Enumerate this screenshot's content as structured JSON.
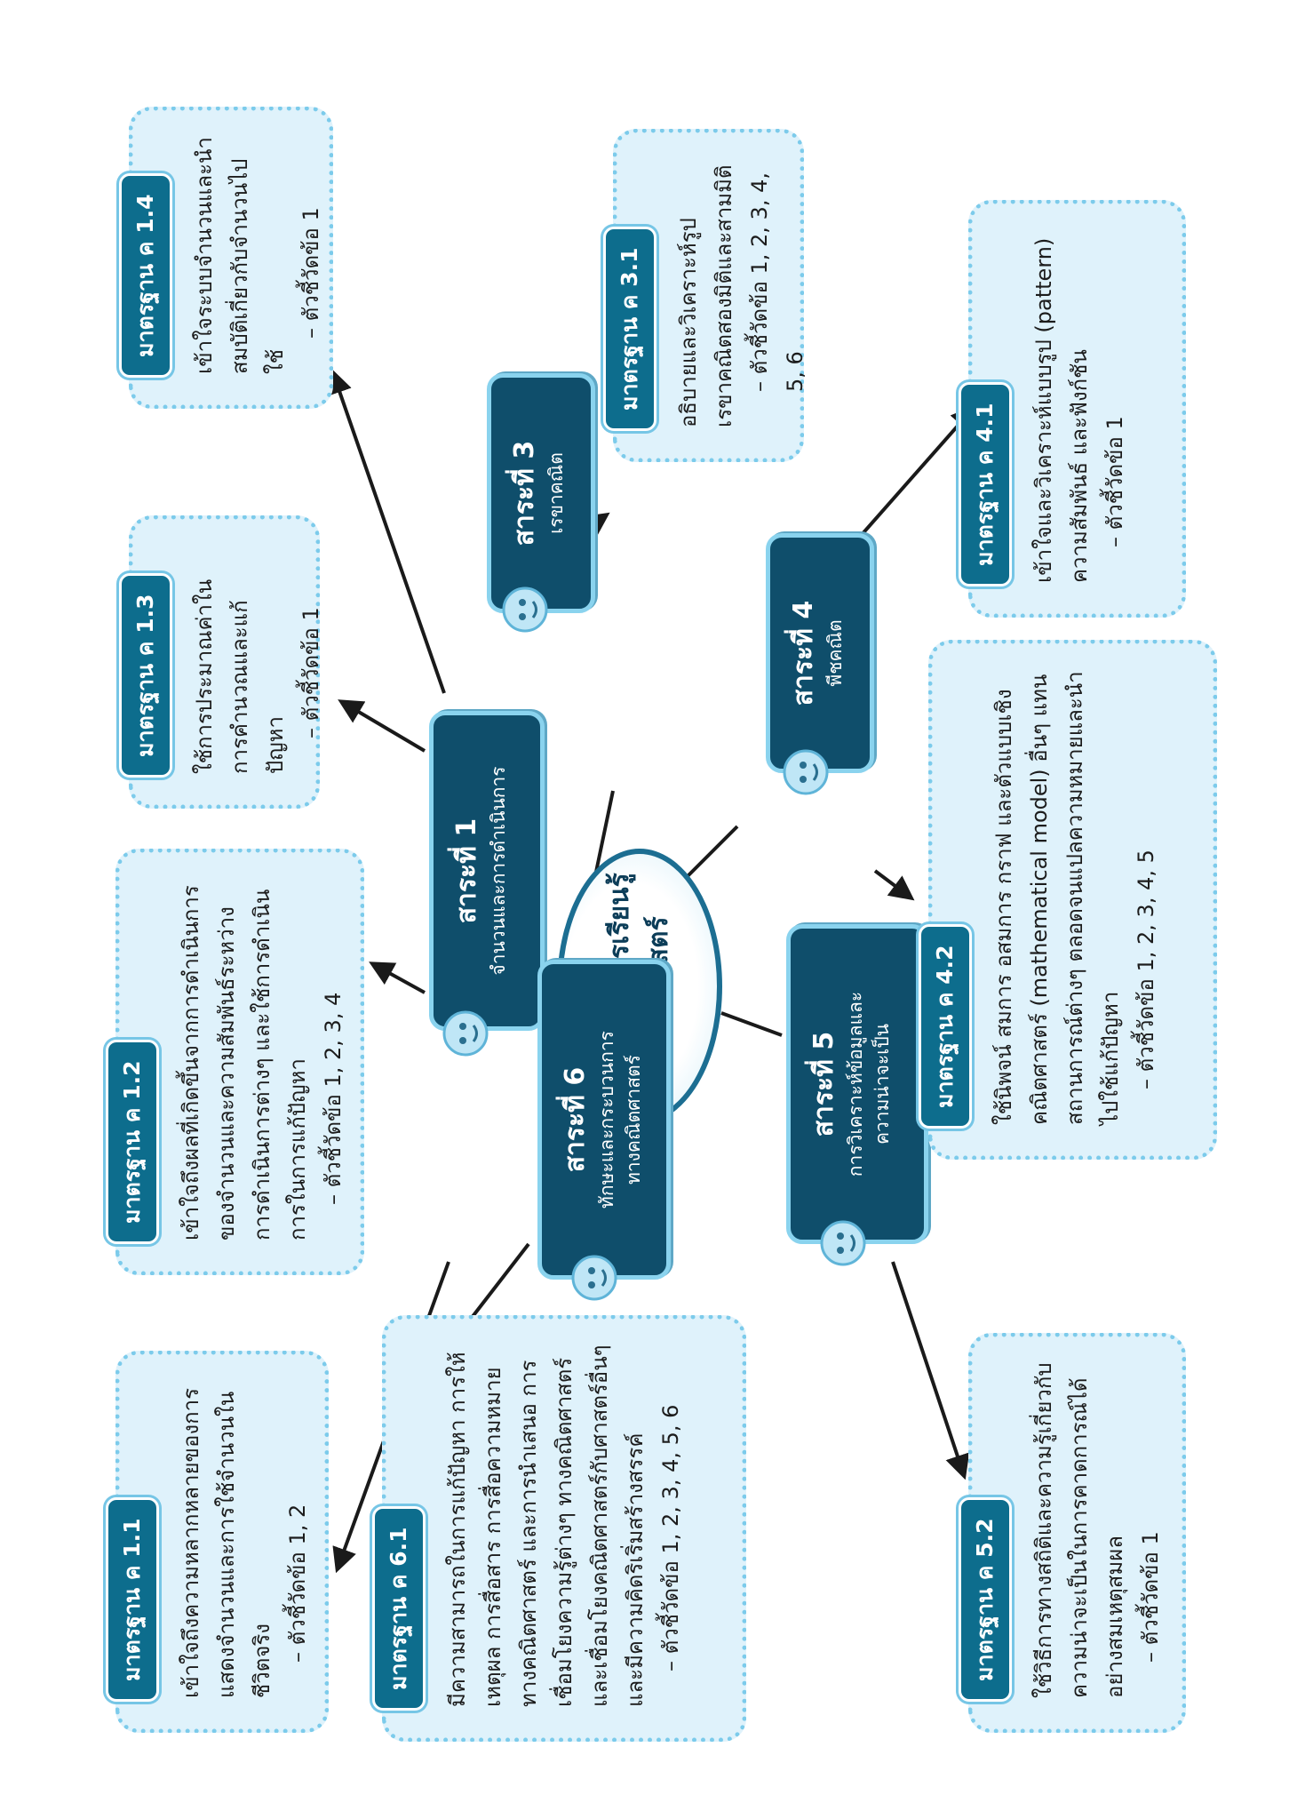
{
  "center": {
    "line1": "กลุ่มสาระการเรียนรู้",
    "line2": "คณิตศาสตร์"
  },
  "strands": {
    "s1": {
      "title": "สาระที่ 1",
      "sub": "จำนวนและการดำเนินการ"
    },
    "s3": {
      "title": "สาระที่ 3",
      "sub": "เรขาคณิต"
    },
    "s4": {
      "title": "สาระที่ 4",
      "sub": "พีชคณิต"
    },
    "s5": {
      "title": "สาระที่ 5",
      "sub1": "การวิเคราะห์ข้อมูลและ",
      "sub2": "ความน่าจะเป็น"
    },
    "s6": {
      "title": "สาระที่ 6",
      "sub1": "ทักษะและกระบวนการ",
      "sub2": "ทางคณิตศาสตร์"
    }
  },
  "standards": {
    "k11": {
      "tag": "มาตรฐาน ค 1.1",
      "body": "เข้าใจถึงความหลากหลายของการแสดงจำนวนและการใช้จำนวนในชีวิตจริง",
      "ind": "– ตัวชี้วัดข้อ 1, 2"
    },
    "k12": {
      "tag": "มาตรฐาน ค 1.2",
      "body": "เข้าใจถึงผลที่เกิดขึ้นจากการดำเนินการของจำนวนและความสัมพันธ์ระหว่างการดำเนินการต่างๆ และใช้การดำเนินการในการแก้ปัญหา",
      "ind": "– ตัวชี้วัดข้อ 1, 2, 3, 4"
    },
    "k13": {
      "tag": "มาตรฐาน ค 1.3",
      "body": "ใช้การประมาณค่าในการคำนวณและแก้ปัญหา",
      "ind": "– ตัวชี้วัดข้อ 1"
    },
    "k14": {
      "tag": "มาตรฐาน ค 1.4",
      "body": "เข้าใจระบบจำนวนและนำสมบัติเกี่ยวกับจำนวนไปใช้",
      "ind": "– ตัวชี้วัดข้อ 1"
    },
    "k31": {
      "tag": "มาตรฐาน ค 3.1",
      "body": "อธิบายและวิเคราะห์รูปเรขาคณิตสองมิติและสามมิติ",
      "ind": "– ตัวชี้วัดข้อ 1, 2, 3, 4, 5, 6"
    },
    "k41": {
      "tag": "มาตรฐาน ค 4.1",
      "body": "เข้าใจและวิเคราะห์แบบรูป (pattern) ความสัมพันธ์ และฟังก์ชัน",
      "ind": "– ตัวชี้วัดข้อ 1"
    },
    "k42": {
      "tag": "มาตรฐาน ค 4.2",
      "body": "ใช้นิพจน์ สมการ อสมการ กราฟ และตัวแบบเชิงคณิตศาสตร์ (mathematical model) อื่นๆ แทนสถานการณ์ต่างๆ ตลอดจนแปลความหมายและนำไปใช้แก้ปัญหา",
      "ind": "– ตัวชี้วัดข้อ 1, 2, 3, 4, 5"
    },
    "k52": {
      "tag": "มาตรฐาน ค 5.2",
      "body": "ใช้วิธีการทางสถิติและความรู้เกี่ยวกับความน่าจะเป็นในการคาดการณ์ได้อย่างสมเหตุสมผล",
      "ind": "– ตัวชี้วัดข้อ 1"
    },
    "k61": {
      "tag": "มาตรฐาน ค 6.1",
      "body": "มีความสามารถในการแก้ปัญหา การให้เหตุผล การสื่อสาร การสื่อความหมายทางคณิตศาสตร์ และการนำเสนอ การเชื่อมโยงความรู้ต่างๆ ทางคณิตศาสตร์และเชื่อมโยงคณิตศาสตร์กับศาสตร์อื่นๆ และมีความคิดริเริ่มสร้างสรรค์",
      "ind": "– ตัวชี้วัดข้อ 1, 2, 3, 4, 5, 6"
    }
  },
  "colors": {
    "box_fill": "#dff2fb",
    "box_border": "#7ccbeb",
    "strand_fill": "#0f4e6b",
    "tag_fill": "#0d6d8d",
    "arrow": "#1a1a1a"
  }
}
